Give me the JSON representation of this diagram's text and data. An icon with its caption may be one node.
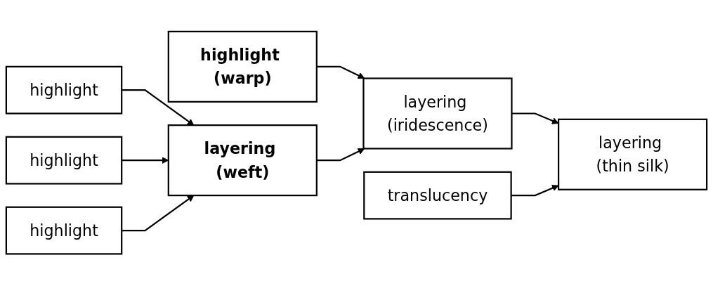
{
  "diagram": {
    "nodes": [
      {
        "text": [
          "highlight (warp)"
        ]
      },
      {
        "text": [
          "highlight"
        ]
      },
      {
        "text": [
          "highlight"
        ]
      },
      {
        "text": [
          "highlight"
        ]
      },
      {
        "text": [
          "layering (weft)"
        ]
      },
      {
        "text": [
          "layering (iridescence)"
        ]
      },
      {
        "text": [
          "translucency"
        ]
      },
      {
        "text": [
          "layering (thin silk)"
        ]
      }
    ],
    "edges": [
      {
        "from": 1,
        "to": 4,
        "arrow": "to"
      },
      {
        "from": 2,
        "to": 4,
        "arrow": "to"
      },
      {
        "from": 3,
        "to": 4,
        "arrow": "to"
      },
      {
        "from": 0,
        "to": 5,
        "arrow": "to"
      },
      {
        "from": 4,
        "to": 5,
        "arrow": "to"
      },
      {
        "from": 5,
        "to": 7,
        "arrow": "to"
      },
      {
        "from": 6,
        "to": 7,
        "arrow": "to"
      }
    ]
  }
}
